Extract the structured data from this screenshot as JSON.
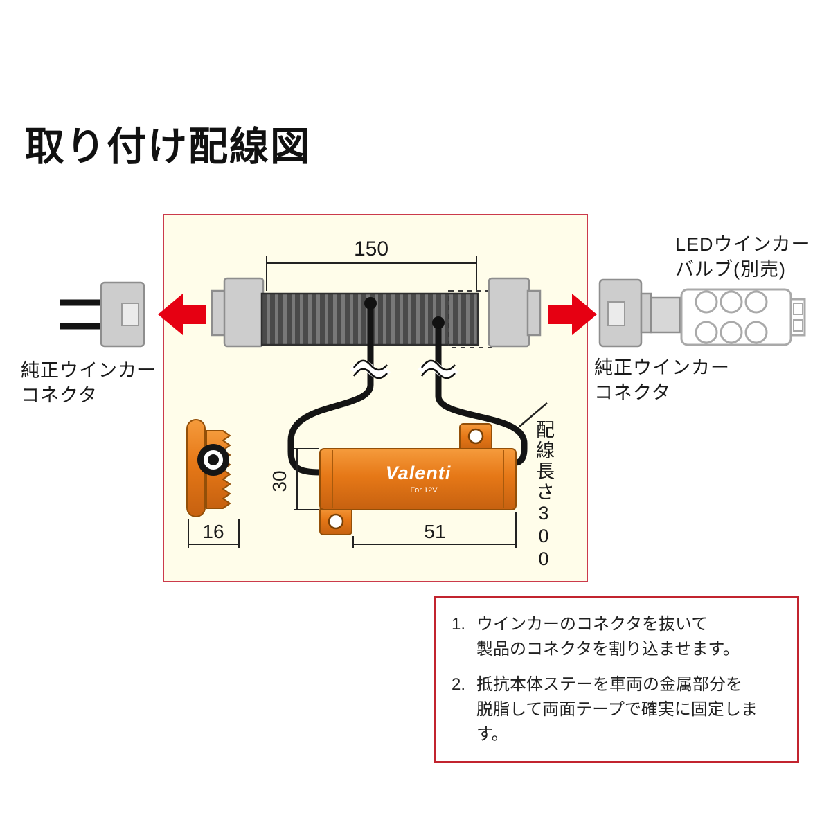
{
  "title": "取り付け配線図",
  "colors": {
    "accent_red": "#E60012",
    "panel_border": "#CB3A4B",
    "panel_fill": "#FFFDEA",
    "resistor_orange": "#E67817",
    "note_border": "#C2242F"
  },
  "diagram": {
    "labels": {
      "stock_connector_left": [
        "純正ウインカー",
        "コネクタ"
      ],
      "stock_connector_right": [
        "純正ウインカー",
        "コネクタ"
      ],
      "led_bulb": [
        "LEDウインカー",
        "バルブ(別売)"
      ]
    },
    "dimensions": {
      "tube_length": "150",
      "resistor_height": "30",
      "resistor_length": "51",
      "stay_width": "16",
      "harness_length": "配線長さ300"
    },
    "resistor": {
      "brand": "Valenti",
      "sub_label": "For 12V"
    }
  },
  "instructions": {
    "items": [
      {
        "num": "1.",
        "line1": "ウインカーのコネクタを抜いて",
        "line2": "製品のコネクタを割り込ませます。"
      },
      {
        "num": "2.",
        "line1": "抵抗本体ステーを車両の金属部分を",
        "line2": "脱脂して両面テープで確実に固定します。"
      }
    ]
  }
}
